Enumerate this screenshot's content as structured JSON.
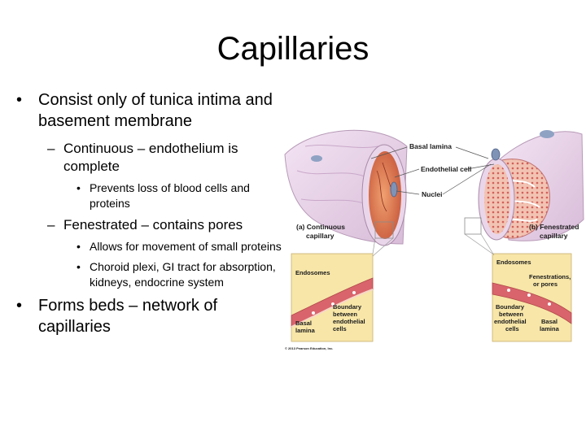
{
  "slide": {
    "title": "Capillaries",
    "bullets": {
      "b1": "Consist only of tunica intima and basement membrane",
      "b1_1": "Continuous – endothelium is complete",
      "b1_1_1": "Prevents loss of blood cells and proteins",
      "b1_2": "Fenestrated – contains pores",
      "b1_2_1": "Allows for movement of small proteins",
      "b1_2_2": "Choroid plexi, GI tract for absorption, kidneys, endocrine system",
      "b2": "Forms beds – network of capillaries"
    }
  },
  "figure": {
    "labels": {
      "basal_lamina": "Basal lamina",
      "endothelial_cell": "Endothelial cell",
      "nuclei": "Nuclei",
      "caption_a_line1": "(a) Continuous",
      "caption_a_line2": "capillary",
      "caption_b_line1": "(b) Fenestrated",
      "caption_b_line2": "capillary",
      "endosomes_left": "Endosomes",
      "boundary_left_1": "Boundary",
      "boundary_left_2": "between",
      "boundary_left_3": "endothelial",
      "boundary_left_4": "cells",
      "basal_left_1": "Basal",
      "basal_left_2": "lamina",
      "endosomes_right": "Endosomes",
      "fenestrations_1": "Fenestrations,",
      "fenestrations_2": "or pores",
      "boundary_right_1": "Boundary",
      "boundary_right_2": "between",
      "boundary_right_3": "endothelial",
      "boundary_right_4": "cells",
      "basal_right_1": "Basal",
      "basal_right_2": "lamina",
      "copyright": "© 2013 Pearson Education, Inc."
    },
    "colors": {
      "vessel_wall": "#ecd8ec",
      "vessel_inner": "#e8825e",
      "inset_bg": "#f7e6a8",
      "membrane": "#d9646c"
    }
  }
}
